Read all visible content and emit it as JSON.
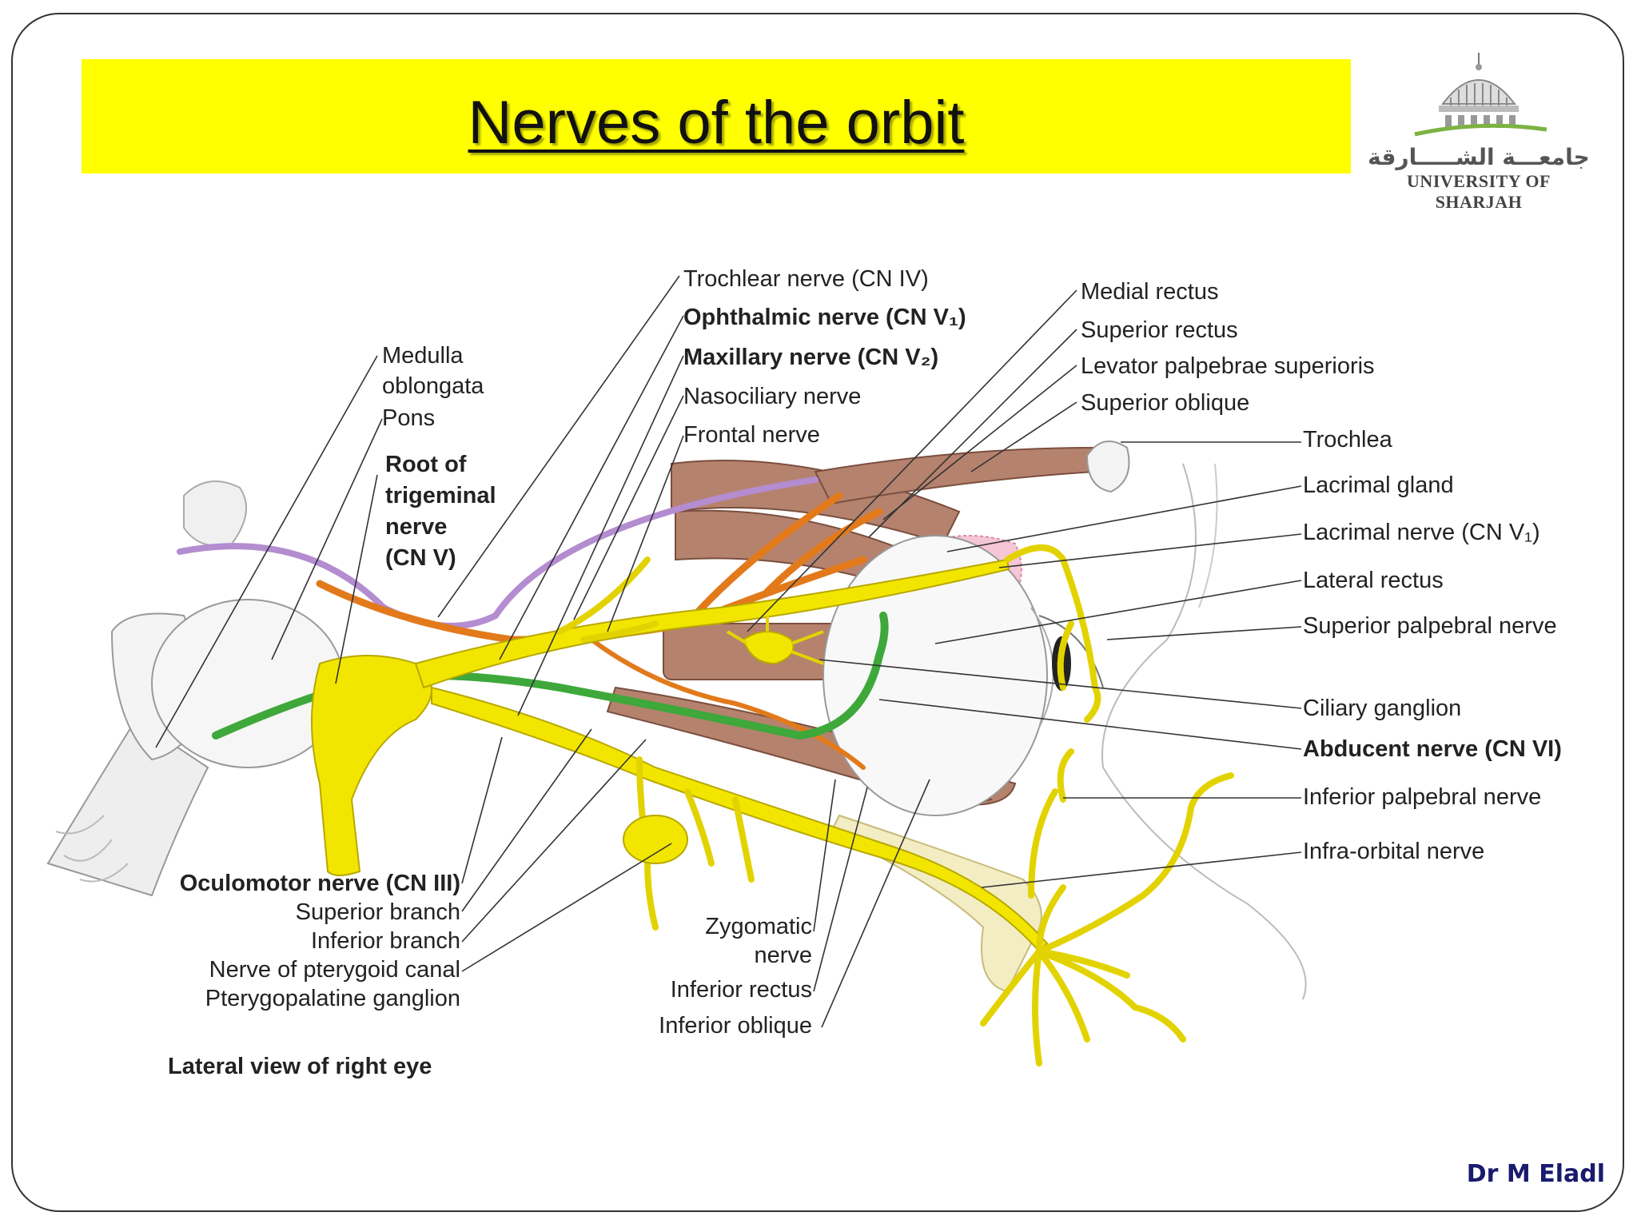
{
  "slide": {
    "title": "Nerves of the orbit",
    "author": "Dr M Eladl",
    "caption": "Lateral view of right eye"
  },
  "logo": {
    "arabic": "جامعـــة الشـــــارقة",
    "english": "UNIVERSITY OF SHARJAH"
  },
  "labels": {
    "trochlear": "Trochlear nerve (CN IV)",
    "ophthalmic": "Ophthalmic nerve (CN V₁)",
    "maxillary": "Maxillary nerve (CN V₂)",
    "nasociliary": "Nasociliary nerve",
    "frontal": "Frontal nerve",
    "medulla_1": "Medulla",
    "medulla_2": "oblongata",
    "pons": "Pons",
    "root_1": "Root of",
    "root_2": "trigeminal",
    "root_3": "nerve",
    "root_4": "(CN V)",
    "medial_rectus": "Medial rectus",
    "superior_rectus": "Superior rectus",
    "levator": "Levator palpebrae superioris",
    "superior_oblique": "Superior oblique",
    "trochlea": "Trochlea",
    "lacrimal_gland": "Lacrimal gland",
    "lacrimal_nerve": "Lacrimal nerve (CN V₁)",
    "lateral_rectus": "Lateral rectus",
    "superior_palpebral": "Superior palpebral nerve",
    "ciliary_ganglion": "Ciliary ganglion",
    "abducent": "Abducent nerve (CN VI)",
    "inferior_palpebral": "Inferior palpebral nerve",
    "infraorbital": "Infra-orbital nerve",
    "oculomotor": "Oculomotor nerve (CN III)",
    "superior_branch": "Superior branch",
    "inferior_branch": "Inferior branch",
    "pterygoid_canal": "Nerve of pterygoid canal",
    "pterygopalatine": "Pterygopalatine ganglion",
    "zygomatic_1": "Zygomatic",
    "zygomatic_2": "nerve",
    "inferior_rectus": "Inferior rectus",
    "inferior_oblique": "Inferior oblique"
  },
  "colors": {
    "title_bar": "#ffff00",
    "nerve_yellow": "#f2e600",
    "nerve_outline": "#b8a800",
    "oculomotor_green": "#3ea83a",
    "trochlear_purple": "#b48cd0",
    "ophthalmic_orange": "#e27a1c",
    "muscle_brown": "#b5826e",
    "lacrimal_pink": "#f5c6d6",
    "author": "#1a1a6e"
  }
}
